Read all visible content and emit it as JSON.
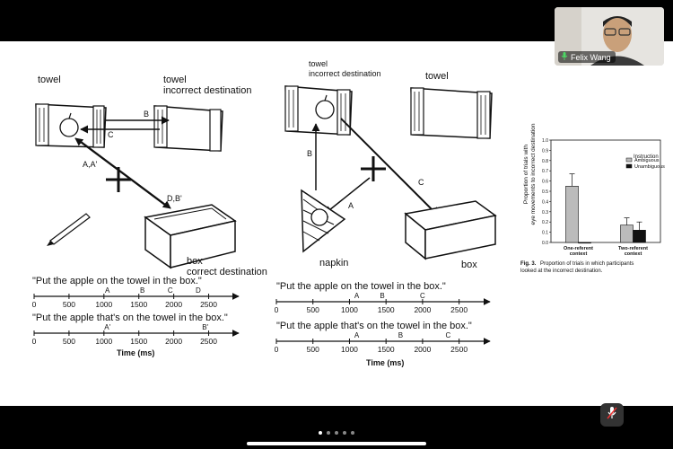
{
  "participant": {
    "name": "Felix Wang",
    "mic_icon": "mic-on-icon"
  },
  "controls": {
    "mute_icon": "mic-muted-icon",
    "page_dots": 5,
    "active_dot": 0
  },
  "left_figure": {
    "towel_top": "towel",
    "towel_incorrect": "towel\nincorrect destination",
    "towel_incorrect_l1": "towel",
    "towel_incorrect_l2": "incorrect destination",
    "arrow_b": "B",
    "arrow_c": "C",
    "arrow_aa": "A,A'",
    "arrow_db": "D,B'",
    "box_l1": "box",
    "box_l2": "correct destination",
    "sentence1": "\"Put the apple on the towel in the box.\"",
    "sentence2": "\"Put the apple that's on the towel in the box.\"",
    "ticks": [
      "0",
      "500",
      "1000",
      "1500",
      "2000",
      "2500"
    ],
    "s1_marks": [
      "A",
      "B",
      "C",
      "D"
    ],
    "s2_marks": [
      "A'",
      "B'"
    ],
    "axis_label": "Time (ms)"
  },
  "middle_figure": {
    "towel_incorrect_l1": "towel",
    "towel_incorrect_l2": "incorrect destination",
    "towel_right": "towel",
    "arrow_b": "B",
    "arrow_a": "A",
    "arrow_c": "C",
    "napkin": "napkin",
    "box": "box",
    "sentence1": "\"Put the apple on the towel in the box.\"",
    "sentence2": "\"Put the apple that's on the towel in the box.\"",
    "ticks": [
      "0",
      "500",
      "1000",
      "1500",
      "2000",
      "2500"
    ],
    "s1_marks": [
      "A",
      "B",
      "C"
    ],
    "s2_marks": [
      "A",
      "B",
      "C"
    ],
    "axis_label": "Time (ms)"
  },
  "chart_data": {
    "type": "bar",
    "ylabel": "Proportion of trials with eye movements to incorrect destination",
    "ylabel_l1": "Proportion of trials with",
    "ylabel_l2": "eye movements to incorrect destination",
    "legend_title": "Instruction",
    "categories": [
      "One-referent context",
      "Two-referent context"
    ],
    "category_lines": [
      [
        "One-referent",
        "context"
      ],
      [
        "Two-referent",
        "context"
      ]
    ],
    "series": [
      {
        "name": "Ambiguous",
        "values": [
          0.55,
          0.17
        ],
        "errors": [
          0.12,
          0.07
        ],
        "color": "#bbbbbb"
      },
      {
        "name": "Unambiguous",
        "values": [
          0.0,
          0.12
        ],
        "errors": [
          0.0,
          0.08
        ],
        "color": "#111111"
      }
    ],
    "yticks": [
      "0.0",
      "0.1",
      "0.2",
      "0.3",
      "0.4",
      "0.5",
      "0.6",
      "0.7",
      "0.8",
      "0.9",
      "1.0"
    ],
    "ylim": [
      0,
      1.0
    ],
    "caption_bold": "Fig. 3.",
    "caption_l1": "Proportion of trials in which participants",
    "caption_l2": "looked at the incorrect destination."
  }
}
